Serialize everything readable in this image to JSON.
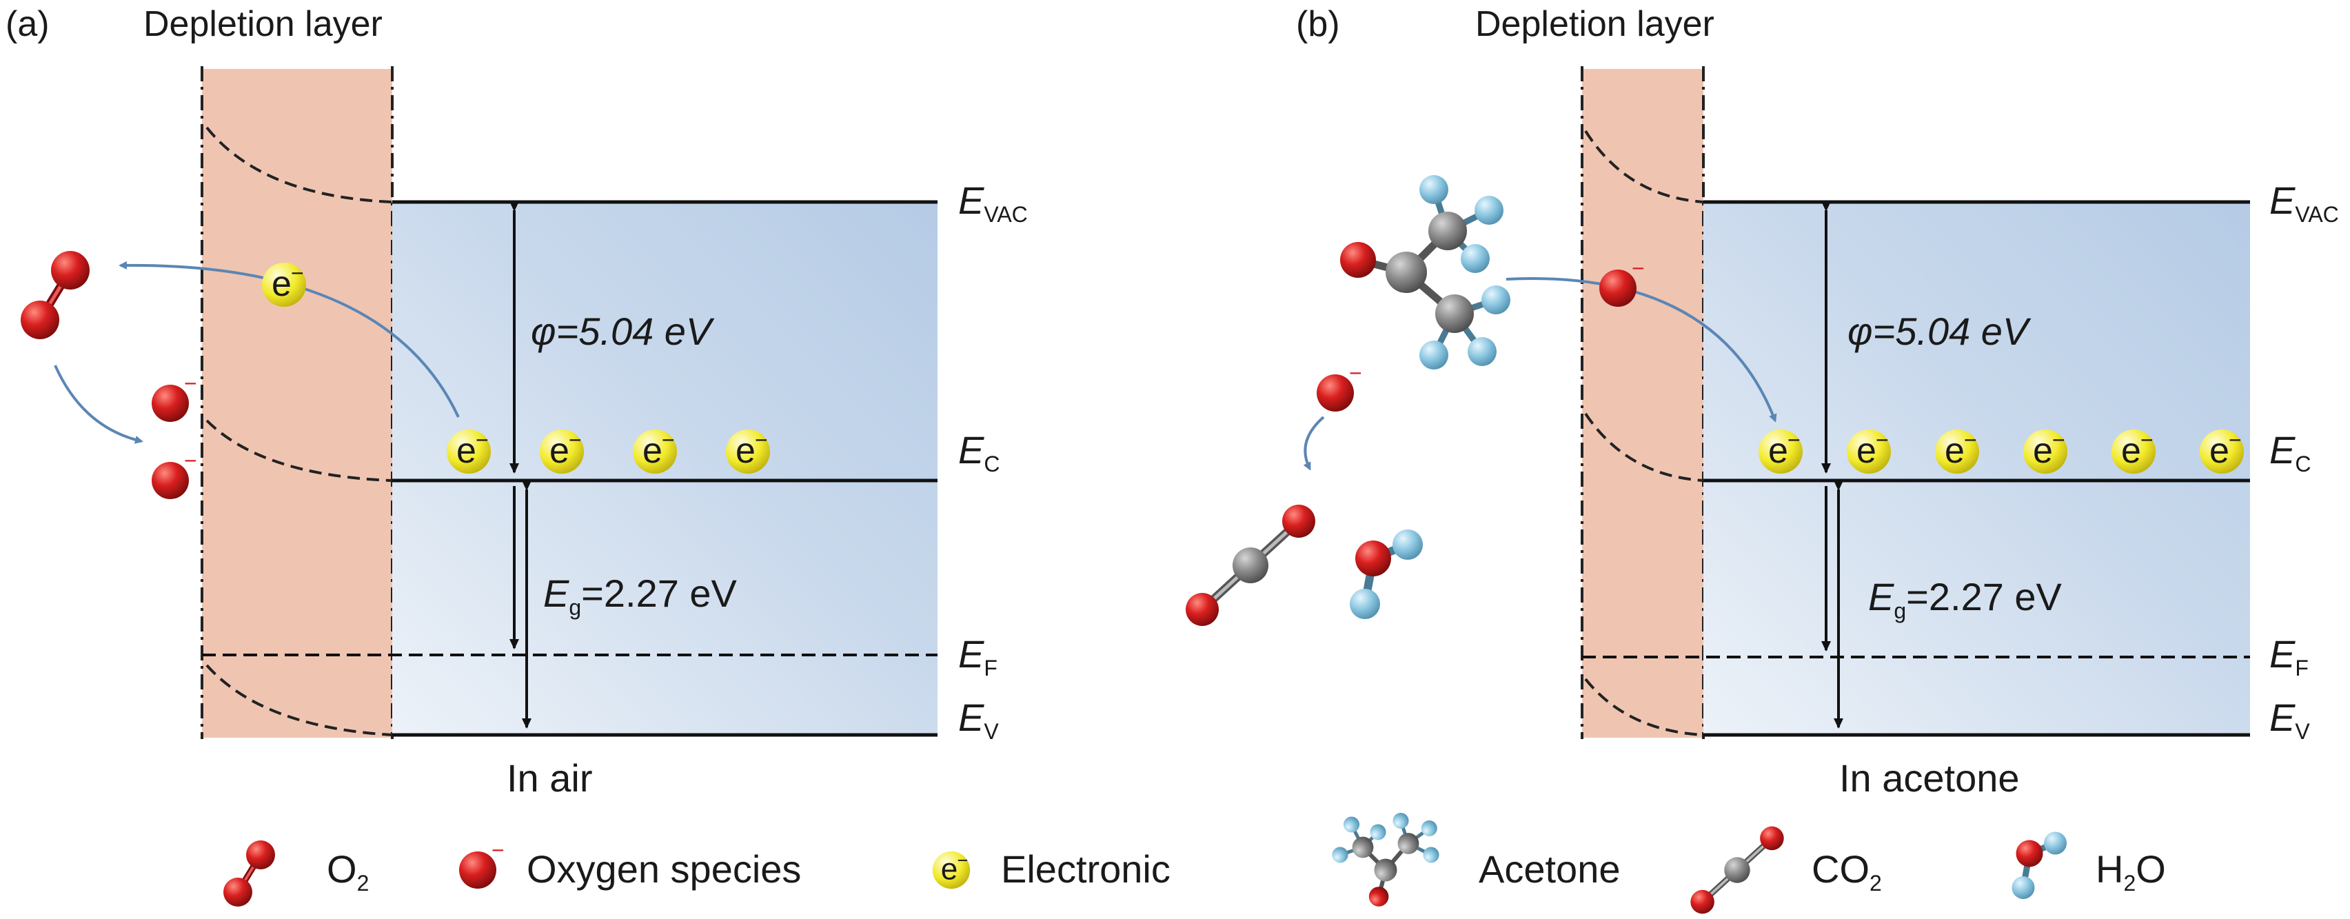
{
  "panel_a": {
    "letter": "(a)",
    "depletion_label": "Depletion layer",
    "work_function": "φ=5.04 eV",
    "bandgap_prefix": "E",
    "bandgap_sub": "g",
    "bandgap_value": "=2.27 eV",
    "condition": "In air",
    "levels": [
      {
        "main": "E",
        "sub": "VAC"
      },
      {
        "main": "E",
        "sub": "C"
      },
      {
        "main": "E",
        "sub": "F"
      },
      {
        "main": "E",
        "sub": "V"
      }
    ],
    "electron_count": 4
  },
  "panel_b": {
    "letter": "(b)",
    "depletion_label": "Depletion layer",
    "work_function": "φ=5.04 eV",
    "bandgap_prefix": "E",
    "bandgap_sub": "g",
    "bandgap_value": "=2.27 eV",
    "condition": "In acetone",
    "levels": [
      {
        "main": "E",
        "sub": "VAC"
      },
      {
        "main": "E",
        "sub": "C"
      },
      {
        "main": "E",
        "sub": "F"
      },
      {
        "main": "E",
        "sub": "V"
      }
    ],
    "electron_count": 6
  },
  "symbols": {
    "electron": "e",
    "charge": "−"
  },
  "legend": [
    {
      "key": "o2",
      "label": "O",
      "sub": "2"
    },
    {
      "key": "oxygen",
      "label": "Oxygen species",
      "sub": ""
    },
    {
      "key": "electron",
      "label": "Electronic",
      "sub": ""
    },
    {
      "key": "acetone",
      "label": "Acetone",
      "sub": ""
    },
    {
      "key": "co2",
      "label": "CO",
      "sub": "2"
    },
    {
      "key": "h2o",
      "label": "H",
      "sub": "2",
      "suffix": "O"
    }
  ],
  "colors": {
    "depletion": "#efc5b2",
    "band_light": "#e7edf6",
    "band_dark": "#b7cde6",
    "oxygen_atom": "#d9201f",
    "carbon_atom": "#8a8a8a",
    "hydrogen_atom": "#8ec8e2",
    "electron": "#f2ea2a",
    "arrow_blue": "#5b86b4"
  }
}
